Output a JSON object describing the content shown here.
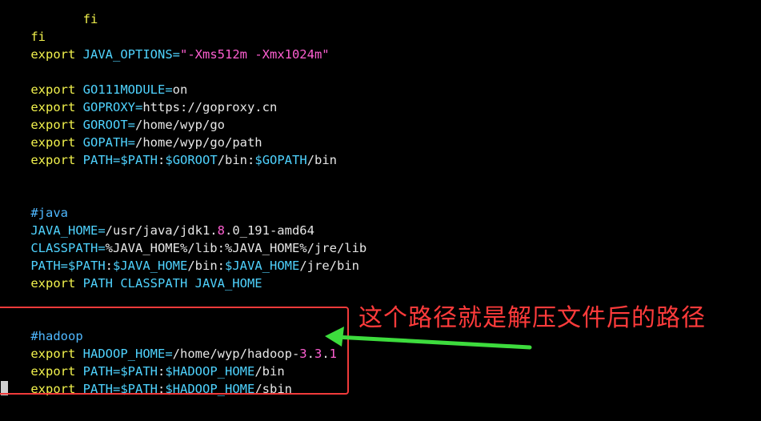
{
  "terminal": {
    "lines": {
      "l0": {
        "indent": "       ",
        "text": "fi"
      },
      "l1": {
        "text": "fi"
      },
      "l2": {
        "kw": "export",
        "var": "JAVA_OPTIONS=",
        "str": "\"-Xms512m -Xmx1024m\""
      },
      "l4": {
        "kw": "export",
        "var": "GO111MODULE=",
        "val": "on"
      },
      "l5": {
        "kw": "export",
        "var": "GOPROXY=",
        "val": "https://goproxy.cn"
      },
      "l6": {
        "kw": "export",
        "var": "GOROOT=",
        "val": "/home/wyp/go"
      },
      "l7": {
        "kw": "export",
        "var": "GOPATH=",
        "val": "/home/wyp/go/path"
      },
      "l8": {
        "kw": "export",
        "var": "PATH=",
        "p1": "$PATH",
        "s1": ":",
        "p2": "$GOROOT",
        "s2": "/bin:",
        "p3": "$GOPATH",
        "s3": "/bin"
      },
      "l11": {
        "cmt": "#java"
      },
      "l12": {
        "var": "JAVA_HOME=",
        "a": "/usr/java/jdk1.",
        "n": "8",
        "b": ".0_191-amd64"
      },
      "l13": {
        "var": "CLASSPATH=",
        "val": "%JAVA_HOME%/lib:%JAVA_HOME%/jre/lib"
      },
      "l14": {
        "var": "PATH=",
        "p1": "$PATH",
        "s1": ":",
        "p2": "$JAVA_HOME",
        "s2": "/bin:",
        "p3": "$JAVA_HOME",
        "s3": "/jre/bin"
      },
      "l15": {
        "kw": "export",
        "var": "PATH CLASSPATH JAVA_HOME"
      },
      "l18": {
        "cmt": "#hadoop"
      },
      "l19": {
        "kw": "export",
        "var": "HADOOP_HOME=",
        "a": "/home/wyp/hadoop-",
        "n1": "3",
        "d": ".",
        "n2": "3",
        "d2": ".",
        "n3": "1"
      },
      "l20": {
        "kw": "export",
        "var": "PATH=",
        "p1": "$PATH",
        "s1": ":",
        "p2": "$HADOOP_HOME",
        "s2": "/bin"
      },
      "l21": {
        "kw": "export",
        "var": "PATH=",
        "p1": "$PATH",
        "s1": ":",
        "p2": "$HADOOP_HOME",
        "s2": "/sbin"
      }
    }
  },
  "annotation": {
    "text": "这个路径就是解压文件后的路径"
  },
  "colors": {
    "box": "#f03a3a",
    "arrow": "#3ddc3d",
    "annotation": "#ff3b3b"
  }
}
